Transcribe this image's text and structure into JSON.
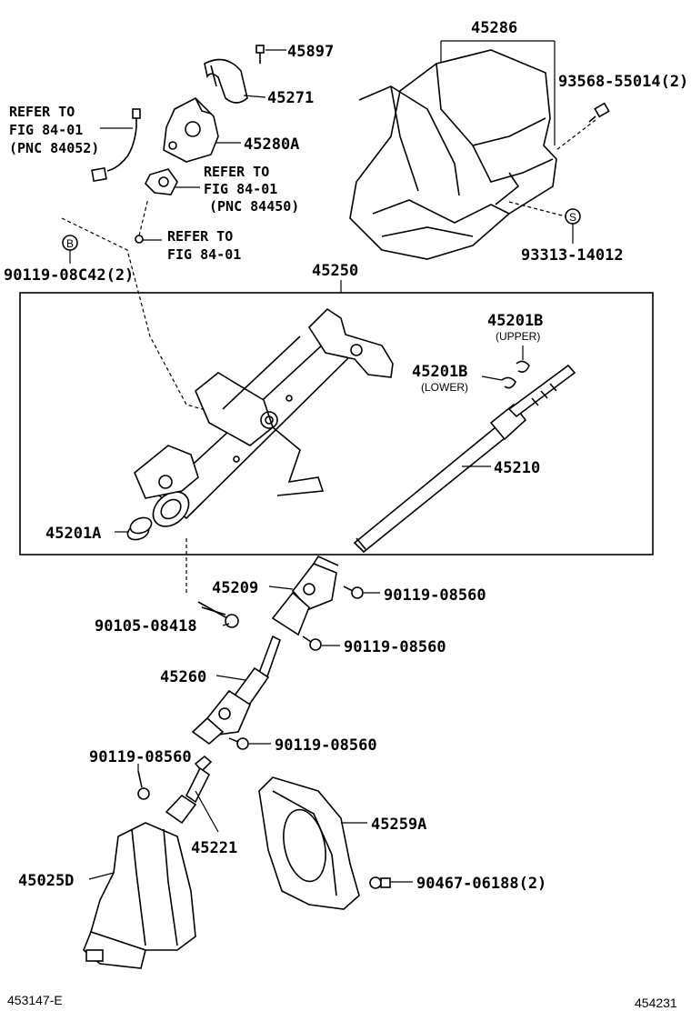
{
  "labels": {
    "p45286": "45286",
    "p45897": "45897",
    "p93568": "93568-55014(2)",
    "p45271": "45271",
    "p45280A": "45280A",
    "ref1_line1": "REFER TO",
    "ref1_line2": "FIG 84-01",
    "ref1_line3": "(PNC 84052)",
    "ref2_line1": "REFER TO",
    "ref2_line2": "FIG 84-01",
    "ref2_line3": "(PNC 84450)",
    "ref3_line1": "REFER TO",
    "ref3_line2": "FIG 84-01",
    "p90119_08C42": "90119-08C42(2)",
    "p93313": "93313-14012",
    "p45250": "45250",
    "p45201B_upper": "45201B",
    "upper": "(UPPER)",
    "p45201B_lower": "45201B",
    "lower": "(LOWER)",
    "p45210": "45210",
    "p45201A": "45201A",
    "p45209": "45209",
    "p90119_08560_a": "90119-08560",
    "p90105": "90105-08418",
    "p90119_08560_b": "90119-08560",
    "p45260": "45260",
    "p90119_08560_c": "90119-08560",
    "p90119_08560_d": "90119-08560",
    "p45259A": "45259A",
    "p45221": "45221",
    "p45025D": "45025D",
    "p90467": "90467-06188(2)",
    "marker_b": "B",
    "marker_s": "S"
  },
  "footer": {
    "left_code": "453147-E",
    "right_code": "454231"
  }
}
